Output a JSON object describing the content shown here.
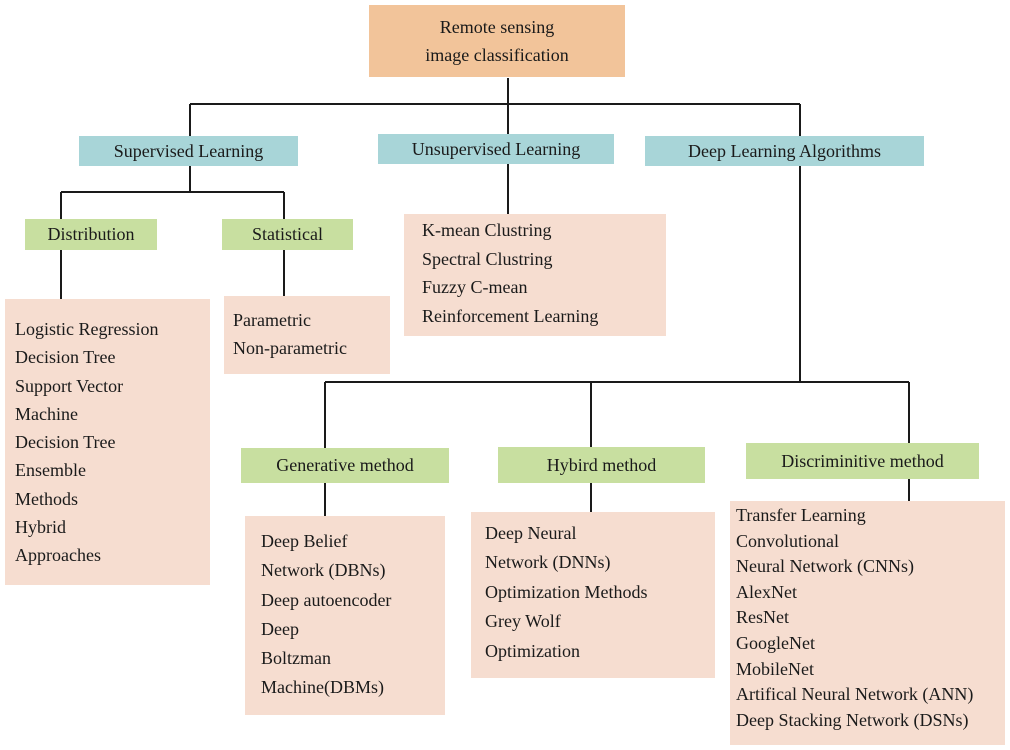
{
  "root": {
    "line1": "Remote sensing",
    "line2": "image classification"
  },
  "categories": {
    "supervised": "Supervised Learning",
    "unsupervised": "Unsupervised Learning",
    "deep": "Deep Learning Algorithms"
  },
  "supervised": {
    "distribution": {
      "label": "Distribution",
      "items": [
        "Logistic Regression",
        "Decision Tree",
        "Support Vector",
        "Machine",
        "Decision Tree",
        "Ensemble",
        "Methods",
        "Hybrid",
        "Approaches"
      ]
    },
    "statistical": {
      "label": "Statistical",
      "items": [
        "Parametric",
        "Non-parametric"
      ]
    }
  },
  "unsupervised": {
    "items": [
      "K-mean Clustring",
      "Spectral Clustring",
      "Fuzzy C-mean",
      "Reinforcement Learning"
    ]
  },
  "deep": {
    "generative": {
      "label": "Generative method",
      "items": [
        "Deep Belief",
        "Network (DBNs)",
        "Deep autoencoder",
        "Deep",
        "Boltzman",
        "Machine(DBMs)"
      ]
    },
    "hybird": {
      "label": "Hybird method",
      "items": [
        "Deep Neural",
        "Network (DNNs)",
        "Optimization Methods",
        "Grey Wolf",
        "Optimization"
      ]
    },
    "discriminitive": {
      "label": "Discriminitive method",
      "items": [
        "Transfer Learning",
        "Convolutional",
        "Neural Network (CNNs)",
        "AlexNet",
        "ResNet",
        "GoogleNet",
        "MobileNet",
        "Artifical Neural Network (ANN)",
        "Deep Stacking Network (DSNs)"
      ]
    }
  }
}
